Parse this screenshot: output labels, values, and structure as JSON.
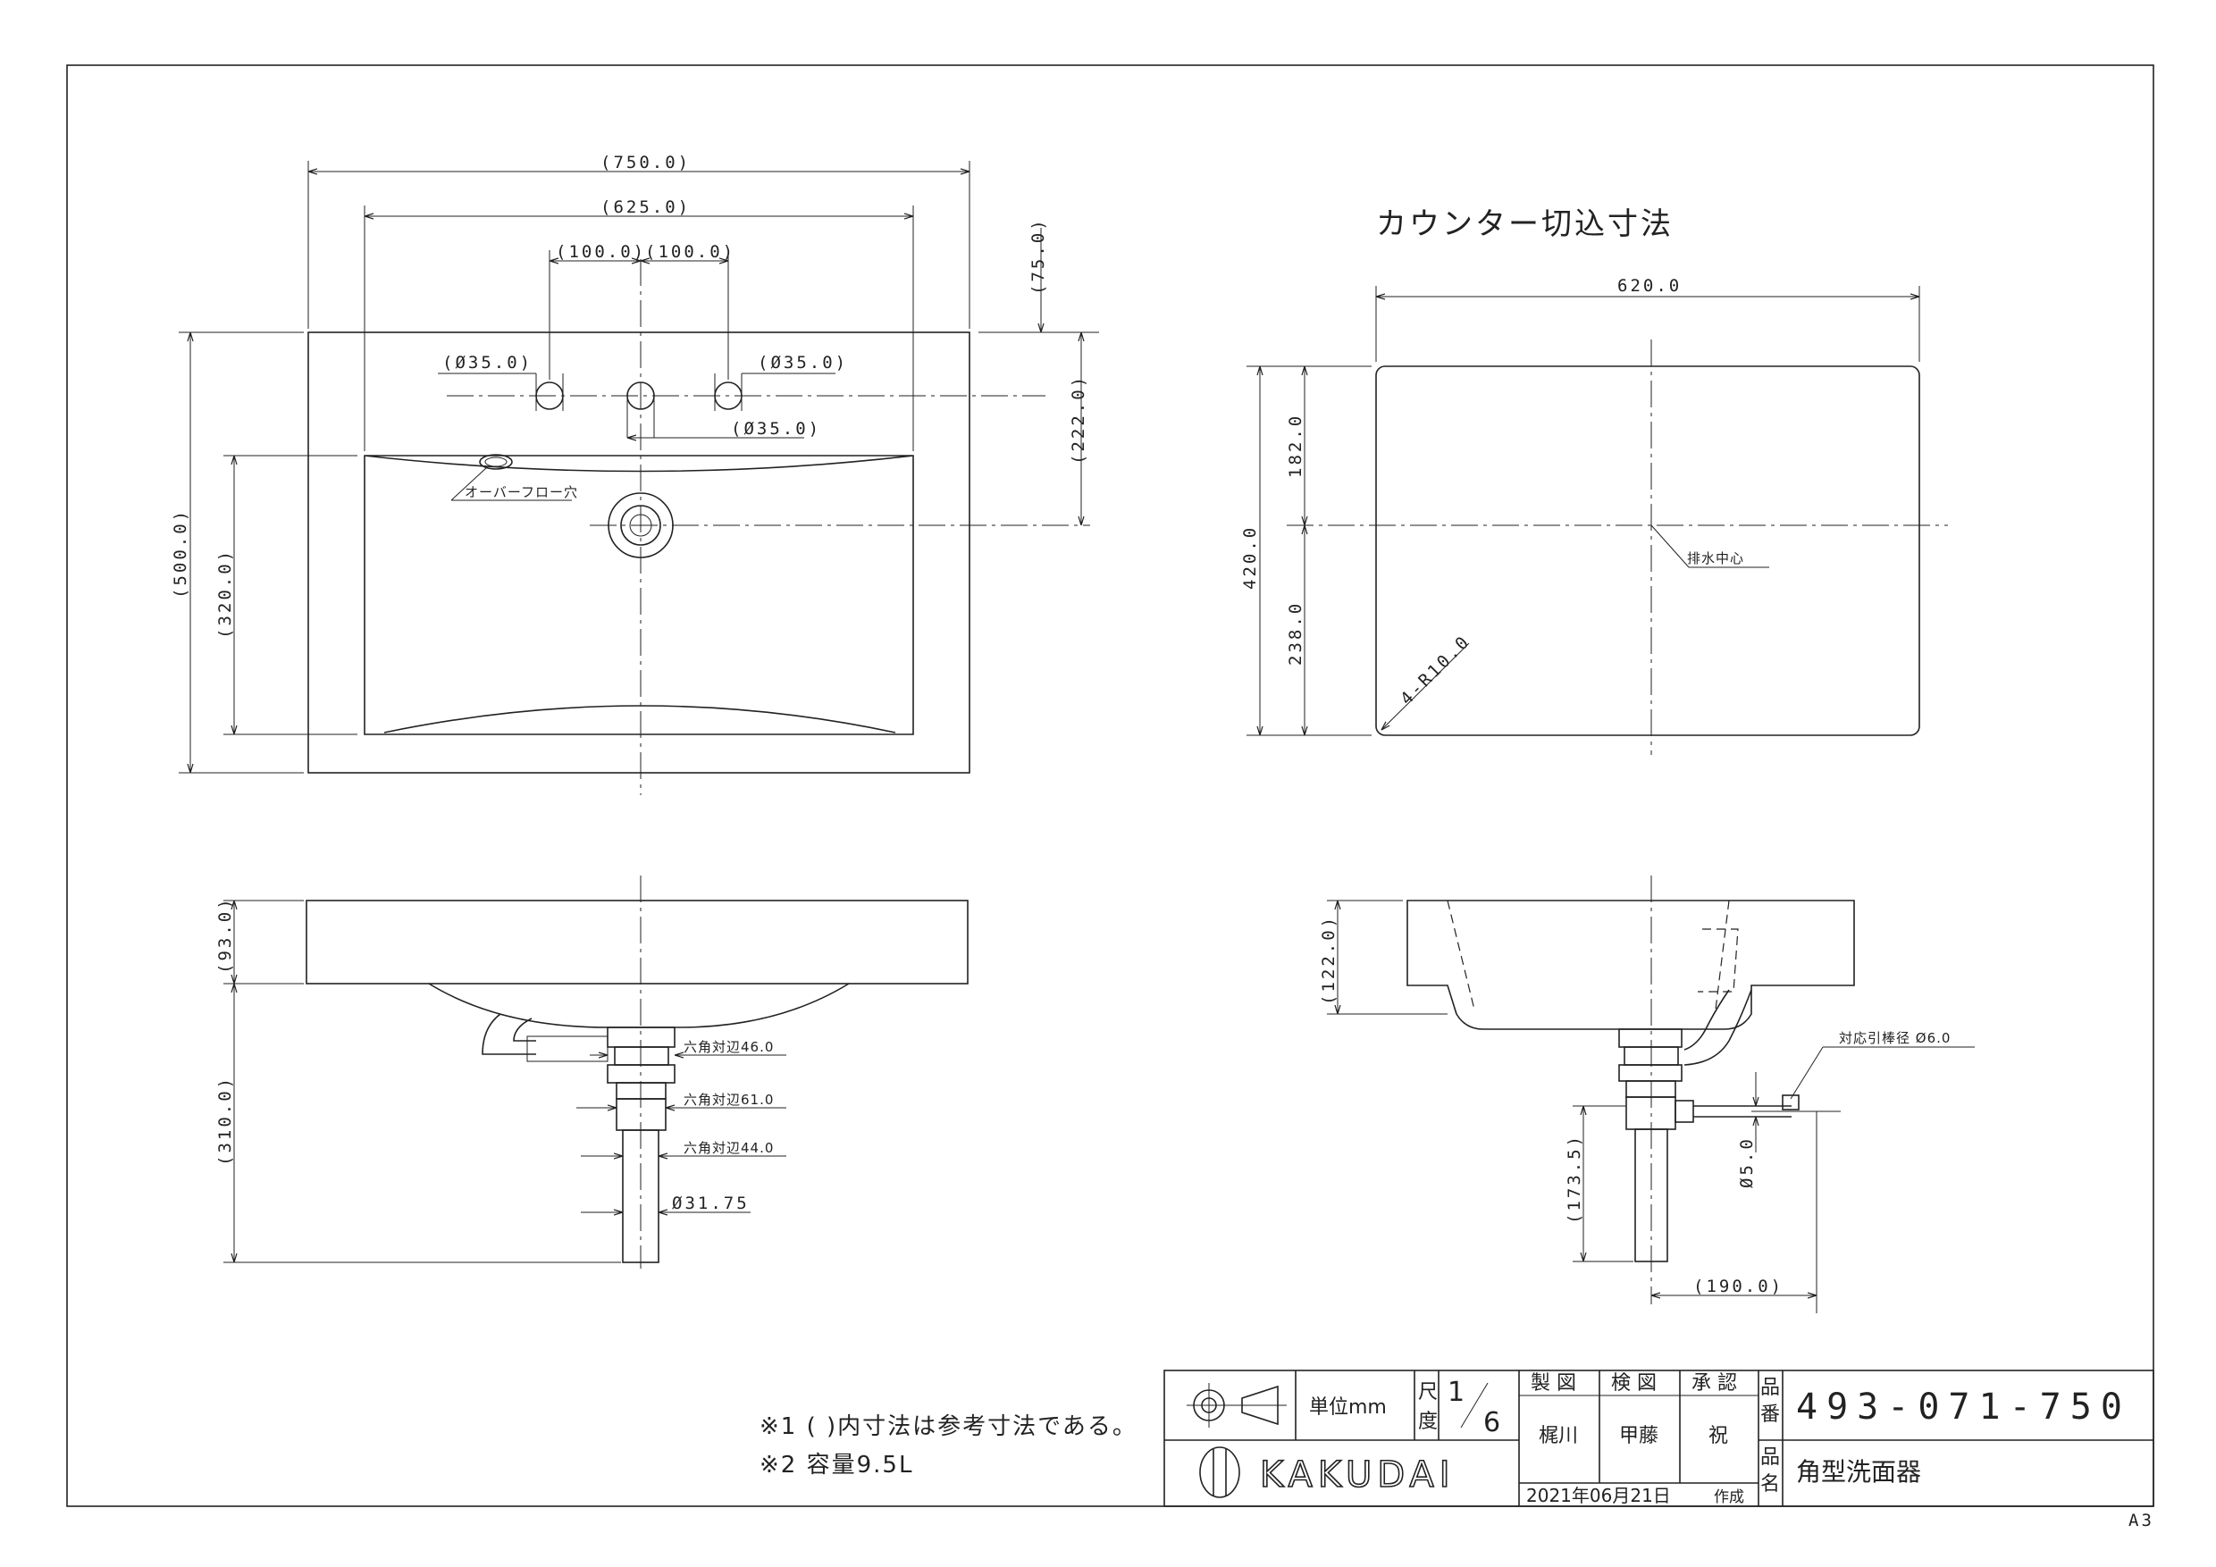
{
  "top_view": {
    "dim_width_total": "(750.0)",
    "dim_width_bowl": "(625.0)",
    "dim_tap_left": "(100.0)",
    "dim_tap_right": "(100.0)",
    "dim_hole_left": "(Ø35.0)",
    "dim_hole_right": "(Ø35.0)",
    "dim_hole_center": "(Ø35.0)",
    "dim_depth_back": "(75.0)",
    "dim_drain_offset": "(222.0)",
    "dim_depth_total": "(500.0)",
    "dim_bowl_depth": "(320.0)",
    "overflow_label": "オーバーフロー穴"
  },
  "cutout_view": {
    "heading": "カウンター切込寸法",
    "dim_width": "620.0",
    "dim_depth": "420.0",
    "dim_front": "182.0",
    "dim_back": "238.0",
    "dim_radius": "4-R10.0",
    "drain_center_label": "排水中心"
  },
  "front_view": {
    "dim_rim": "(93.0)",
    "dim_trap": "(310.0)",
    "hex1": "六角対辺46.0",
    "hex2": "六角対辺61.0",
    "hex3": "六角対辺44.0",
    "pipe_dia": "Ø31.75"
  },
  "side_view": {
    "dim_height": "(122.0)",
    "dim_lower": "(173.5)",
    "dim_rod": "Ø5.0",
    "dim_offset": "(190.0)",
    "rod_label": "対応引棒径  Ø6.0"
  },
  "notes": {
    "note1": "※1  ( )内寸法は参考寸法である。",
    "note2": "※2  容量9.5L"
  },
  "title_block": {
    "unit_label": "単位mm",
    "scale_label_1": "尺",
    "scale_label_2": "度",
    "scale_num": "1",
    "scale_den": "6",
    "col_drawn": "製  図",
    "col_checked": "検  図",
    "col_approved": "承  認",
    "drawn_by": "梶川",
    "checked_by": "甲藤",
    "approved_by": "祝",
    "part_no_label_1": "品",
    "part_no_label_2": "番",
    "part_no": "493-071-750",
    "name_label_1": "品",
    "name_label_2": "名",
    "part_name": "角型洗面器",
    "date": "2021年06月21日",
    "date_suffix": "作成",
    "brand": "KAKUDAI",
    "sheet_size": "A3"
  }
}
